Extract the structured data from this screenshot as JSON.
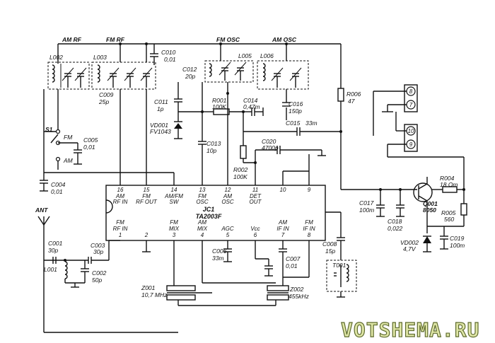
{
  "ic": {
    "ref": "JC1",
    "part": "TA2003F"
  },
  "pins_top": [
    {
      "num": "16",
      "l1": "AM",
      "l2": "RF IN"
    },
    {
      "num": "15",
      "l1": "FM",
      "l2": "RF OUT"
    },
    {
      "num": "14",
      "l1": "AM/FM",
      "l2": "SW"
    },
    {
      "num": "13",
      "l1": "FM",
      "l2": "OSC"
    },
    {
      "num": "12",
      "l1": "AM",
      "l2": "OSC"
    },
    {
      "num": "11",
      "l1": "DET",
      "l2": "OUT"
    },
    {
      "num": "10",
      "l1": "",
      "l2": ""
    },
    {
      "num": "9",
      "l1": "",
      "l2": ""
    }
  ],
  "pins_bottom": [
    {
      "num": "1",
      "l1": "FM",
      "l2": "RF IN"
    },
    {
      "num": "2",
      "l1": "",
      "l2": ""
    },
    {
      "num": "3",
      "l1": "FM",
      "l2": "MIX"
    },
    {
      "num": "4",
      "l1": "AM",
      "l2": "MIX"
    },
    {
      "num": "5",
      "l1": "AGC",
      "l2": ""
    },
    {
      "num": "6",
      "l1": "Vcc",
      "l2": ""
    },
    {
      "num": "7",
      "l1": "AM",
      "l2": "IF IN"
    },
    {
      "num": "8",
      "l1": "FM",
      "l2": "IF IN"
    }
  ],
  "sections": {
    "am_rf": "AM RF",
    "fm_rf": "FM RF",
    "fm_osc": "FM OSC",
    "am_osc": "AM OSC"
  },
  "coils": {
    "l002": "L002",
    "l003": "L003",
    "l005": "L005",
    "l006": "L006",
    "l001": "L001",
    "t001": "T001"
  },
  "switch": {
    "ref": "S1",
    "fm": "FM",
    "am": "AM"
  },
  "components": {
    "c010": [
      "C010",
      "0,01"
    ],
    "c009": [
      "C009",
      "25p"
    ],
    "c012": [
      "C012",
      "20p"
    ],
    "c011": [
      "C011",
      "1p"
    ],
    "r001": [
      "R001",
      "100K"
    ],
    "c014": [
      "C014",
      "0,47m"
    ],
    "c016": [
      "C016",
      "150p"
    ],
    "r006": [
      "R006",
      "47"
    ],
    "vd001": [
      "VD001",
      "FV1043"
    ],
    "c015": [
      "C015",
      "33m"
    ],
    "c005": [
      "C005",
      "0,01"
    ],
    "c013": [
      "C013",
      "10p"
    ],
    "c020": [
      "C020",
      "4700p"
    ],
    "r002": [
      "R002",
      "100K"
    ],
    "c004": [
      "C004",
      "0,01"
    ],
    "r004": [
      "R004",
      "18 Om"
    ],
    "q001": [
      "Q001",
      "8050"
    ],
    "r005": [
      "R005",
      "560"
    ],
    "c017": [
      "C017",
      "100m"
    ],
    "c018": [
      "C018",
      "0,022"
    ],
    "c019": [
      "C019",
      "100m"
    ],
    "vd002": [
      "VD002",
      "4,7V"
    ],
    "c001": [
      "C001",
      "30p"
    ],
    "c003": [
      "C003",
      "30p"
    ],
    "c002": [
      "C002",
      "50p"
    ],
    "c006": [
      "C006",
      "33m"
    ],
    "c007": [
      "C007",
      "0,01"
    ],
    "c008": [
      "C008",
      "15p"
    ],
    "z001": [
      "Z001",
      "10,7 MHz"
    ],
    "z002": [
      "Z002",
      "455kHz"
    ]
  },
  "antenna": "ANT",
  "terminals": [
    "8",
    "7",
    "10",
    "9"
  ],
  "watermark": "VOTSHEMA.RU"
}
